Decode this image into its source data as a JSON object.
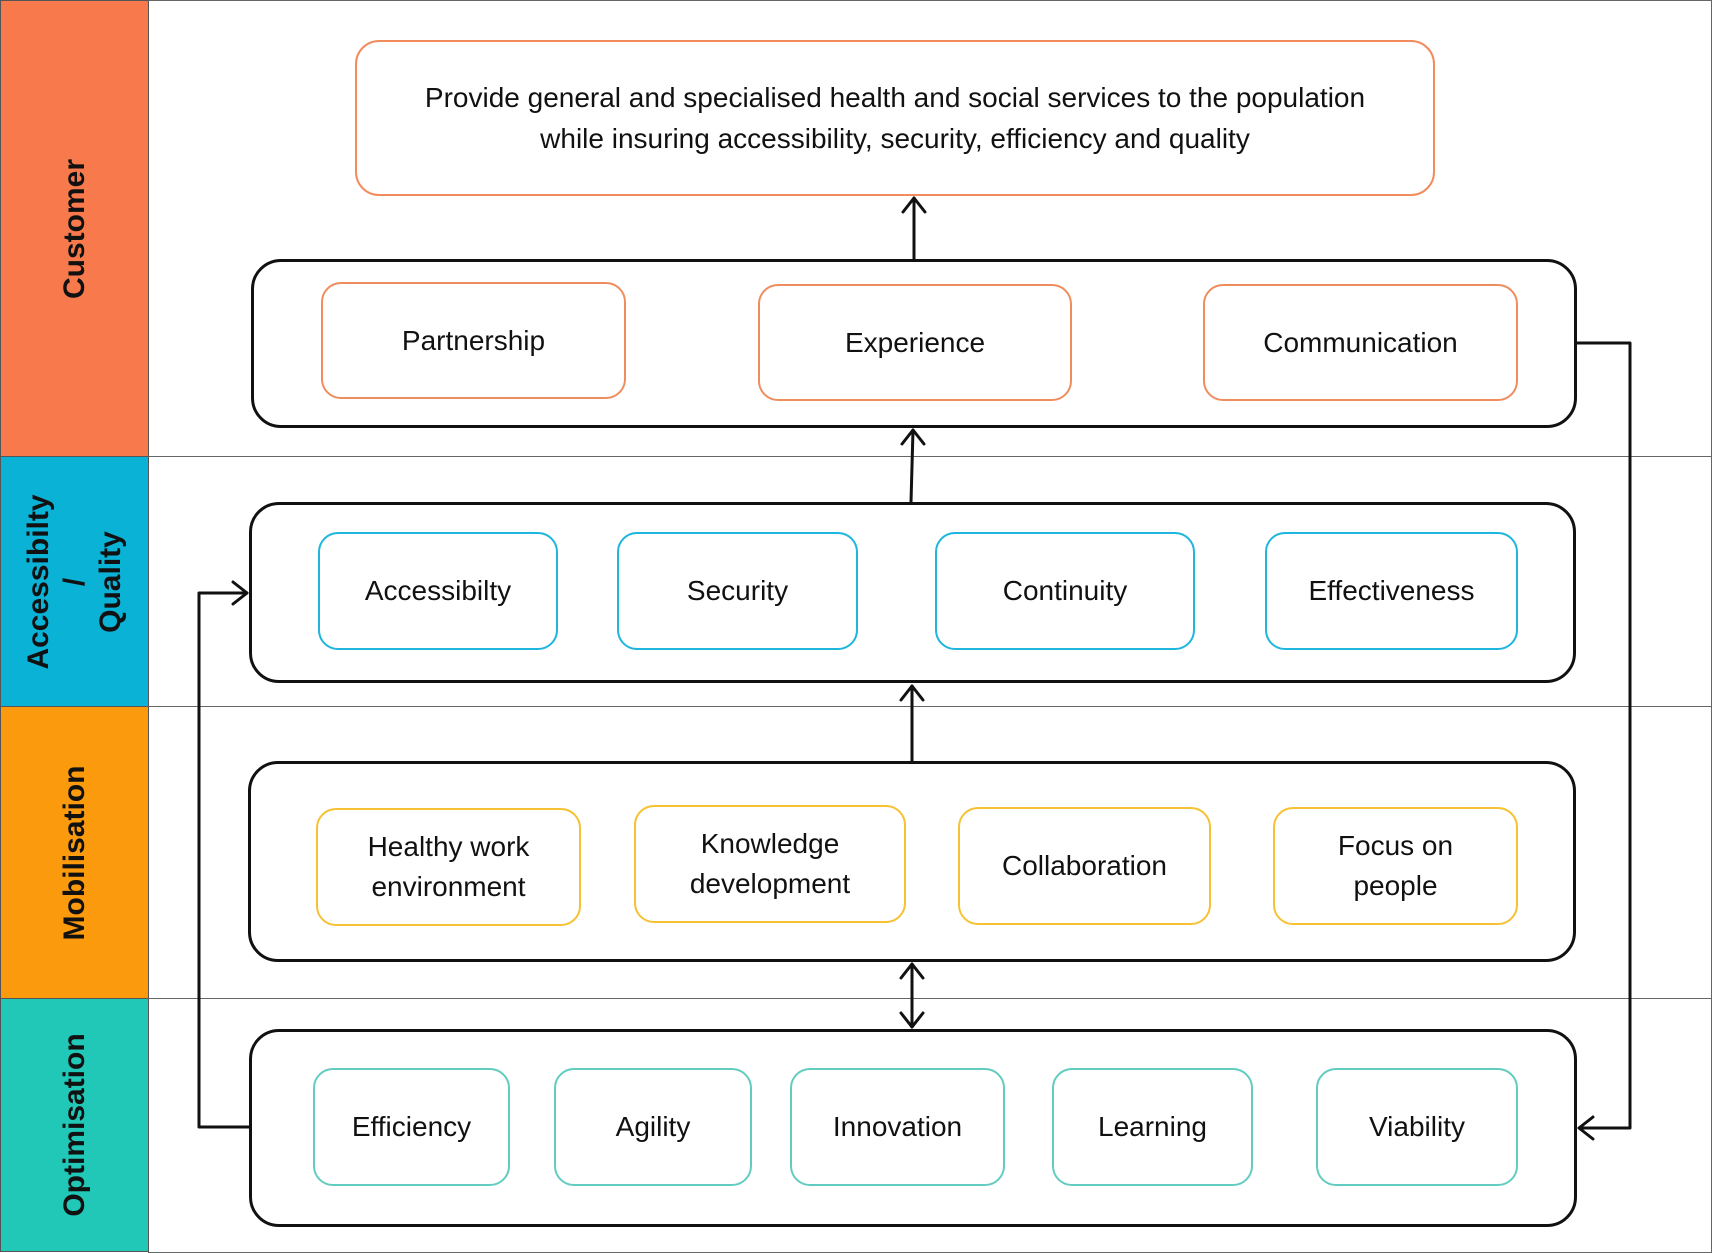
{
  "bands": [
    {
      "label": "Customer",
      "color": "#f87a4c"
    },
    {
      "label": "Accessibilty /\nQuality",
      "color": "#0ab2d6"
    },
    {
      "label": "Mobilisation",
      "color": "#fb9a0c"
    },
    {
      "label": "Optimisation",
      "color": "#21c7b7"
    }
  ],
  "mission": "Provide general and specialised health and social services to the population while insuring accessibility, security, efficiency and quality",
  "customer_items": [
    "Partnership",
    "Experience",
    "Communication"
  ],
  "quality_items": [
    "Accessibilty",
    "Security",
    "Continuity",
    "Effectiveness"
  ],
  "mobilisation_items": [
    "Healthy work\nenvironment",
    "Knowledge\ndevelopment",
    "Collaboration",
    "Focus on\npeople"
  ],
  "optimisation_items": [
    "Efficiency",
    "Agility",
    "Innovation",
    "Learning",
    "Viability"
  ]
}
